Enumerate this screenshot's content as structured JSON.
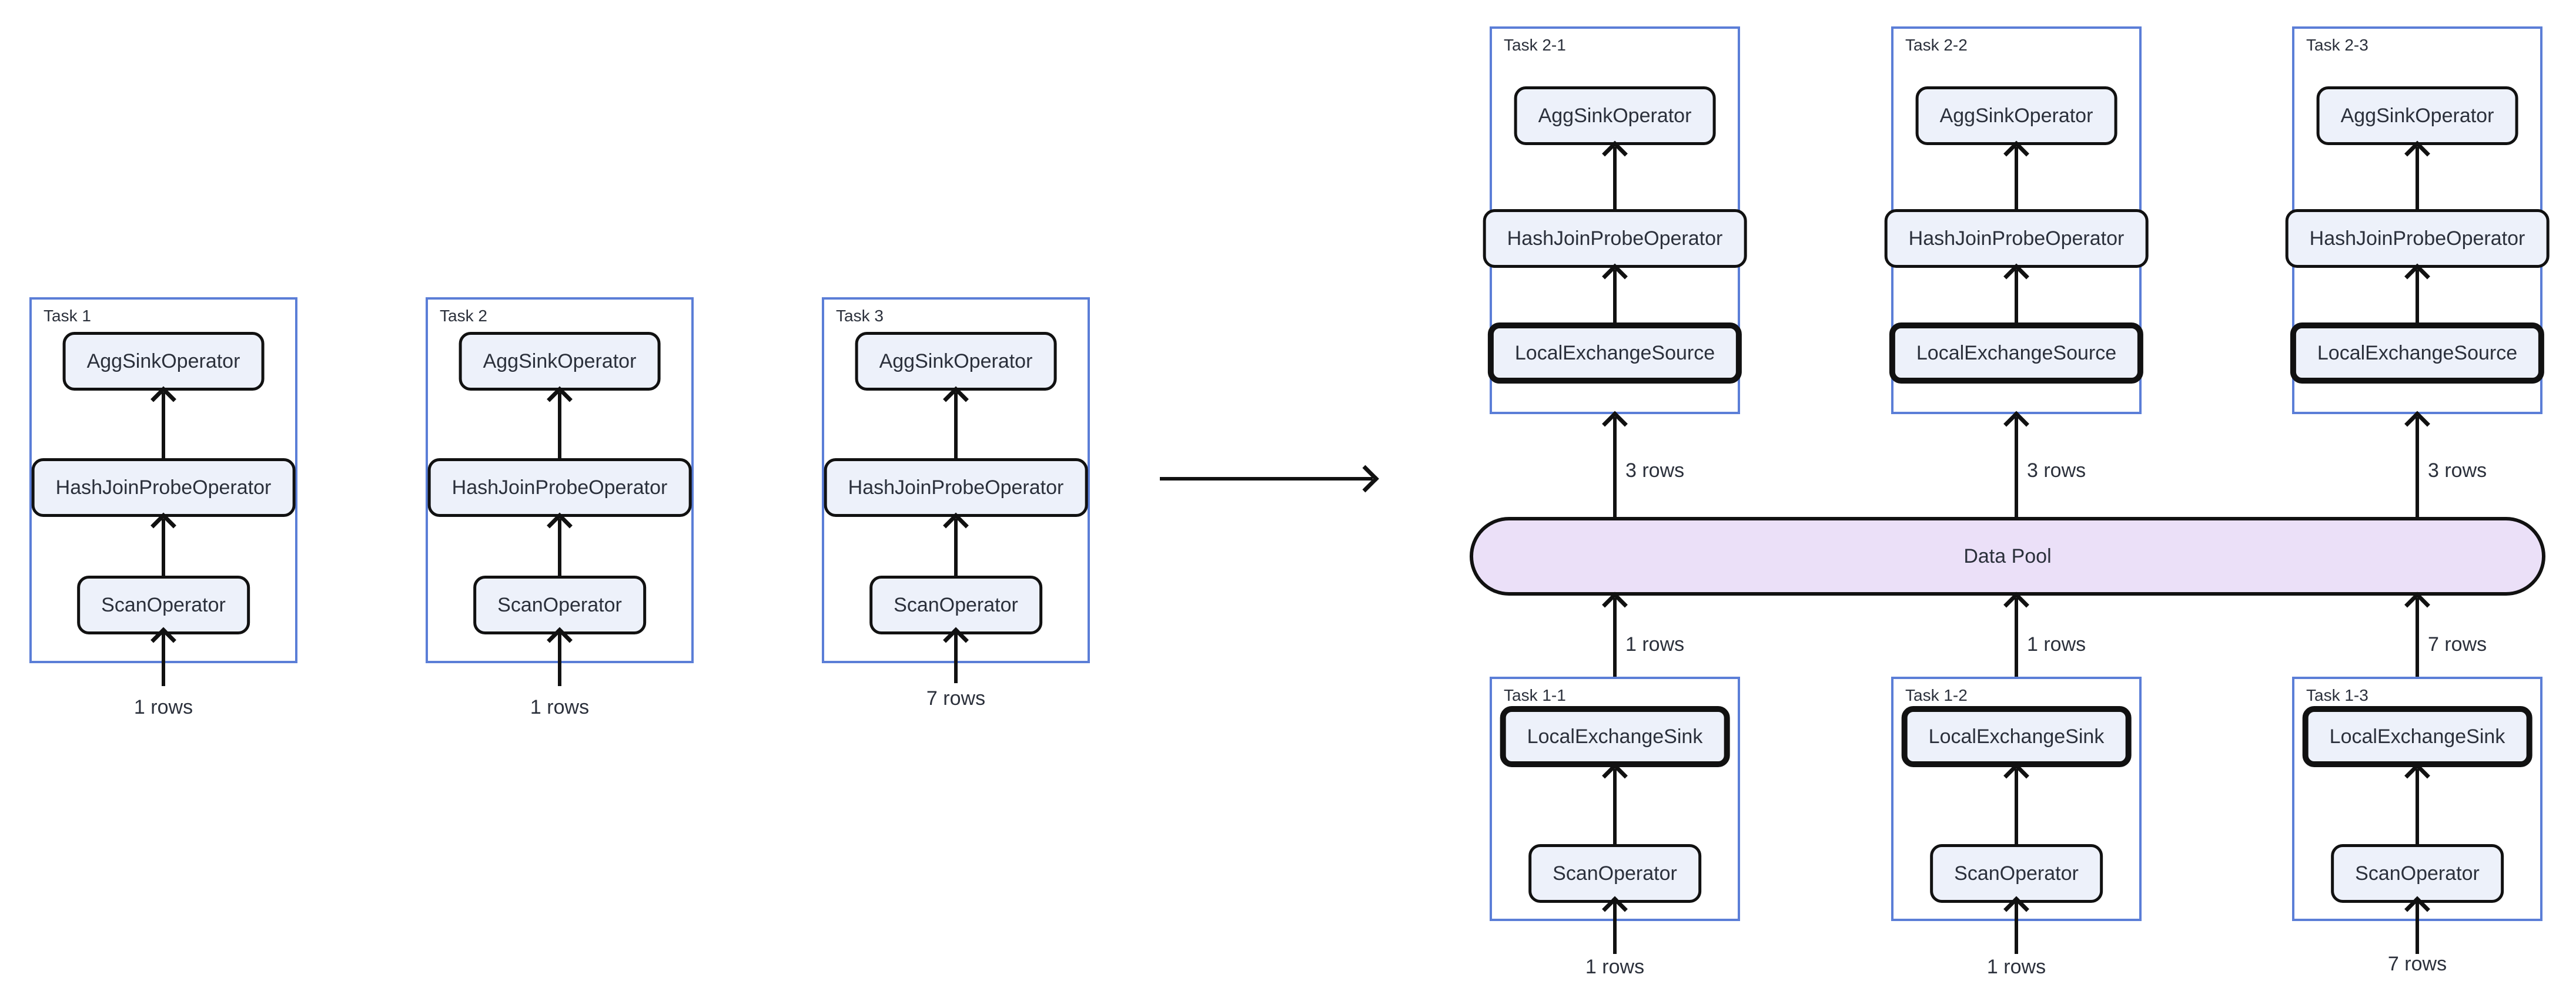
{
  "diagram": {
    "left_tasks": [
      {
        "title": "Task 1",
        "operators": [
          "AggSinkOperator",
          "HashJoinProbeOperator",
          "ScanOperator"
        ],
        "input_rows_label": "1 rows"
      },
      {
        "title": "Task 2",
        "operators": [
          "AggSinkOperator",
          "HashJoinProbeOperator",
          "ScanOperator"
        ],
        "input_rows_label": "1 rows"
      },
      {
        "title": "Task 3",
        "operators": [
          "AggSinkOperator",
          "HashJoinProbeOperator",
          "ScanOperator"
        ],
        "input_rows_label": "7 rows"
      }
    ],
    "right_top_tasks": [
      {
        "title": "Task 2-1",
        "operators": [
          "AggSinkOperator",
          "HashJoinProbeOperator",
          "LocalExchangeSource"
        ],
        "from_pool_rows_label": "3 rows"
      },
      {
        "title": "Task 2-2",
        "operators": [
          "AggSinkOperator",
          "HashJoinProbeOperator",
          "LocalExchangeSource"
        ],
        "from_pool_rows_label": "3 rows"
      },
      {
        "title": "Task 2-3",
        "operators": [
          "AggSinkOperator",
          "HashJoinProbeOperator",
          "LocalExchangeSource"
        ],
        "from_pool_rows_label": "3 rows"
      }
    ],
    "data_pool_label": "Data Pool",
    "right_bottom_tasks": [
      {
        "title": "Task 1-1",
        "operators": [
          "LocalExchangeSink",
          "ScanOperator"
        ],
        "to_pool_rows_label": "1 rows",
        "input_rows_label": "1 rows"
      },
      {
        "title": "Task 1-2",
        "operators": [
          "LocalExchangeSink",
          "ScanOperator"
        ],
        "to_pool_rows_label": "1 rows",
        "input_rows_label": "1 rows"
      },
      {
        "title": "Task 1-3",
        "operators": [
          "LocalExchangeSink",
          "ScanOperator"
        ],
        "to_pool_rows_label": "7 rows",
        "input_rows_label": "7 rows"
      }
    ],
    "colors": {
      "task_border": "#5b7ed7",
      "node_fill": "#edf1fa",
      "node_border": "#111111",
      "pool_fill": "#ebe0f8",
      "text": "#2b303b"
    }
  }
}
